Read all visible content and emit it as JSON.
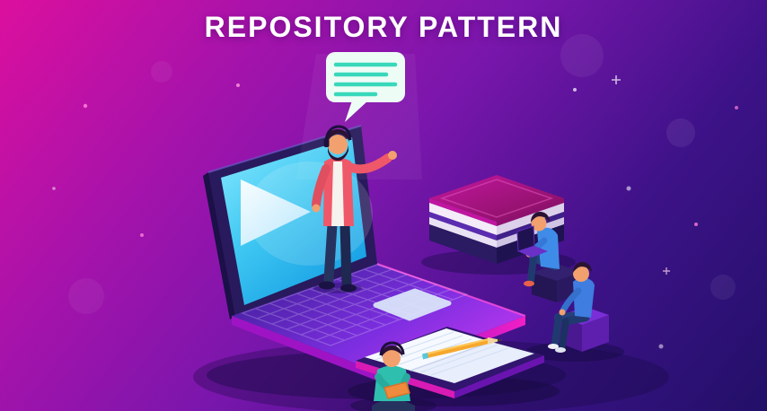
{
  "title": "REPOSITORY PATTERN",
  "palette": {
    "background_top_left": "#dc0f9e",
    "background_mid": "#7a16ac",
    "background_bottom_right": "#221068",
    "title_color": "#ffffff",
    "screen_cyan": "#3fc8f2",
    "deck_purple": "#8a33e8",
    "edge_magenta": "#e61cbe",
    "book_magenta": "#b5158c",
    "speech_line_teal": "#38d8ba",
    "pencil_orange": "#f6a82c"
  },
  "icons": {
    "play_icon": "triangle-right",
    "speech_bubble_icon": "speech-bubble",
    "pencil_icon": "pencil",
    "books_icon": "book-stack",
    "notebook_icon": "open-notebook"
  }
}
